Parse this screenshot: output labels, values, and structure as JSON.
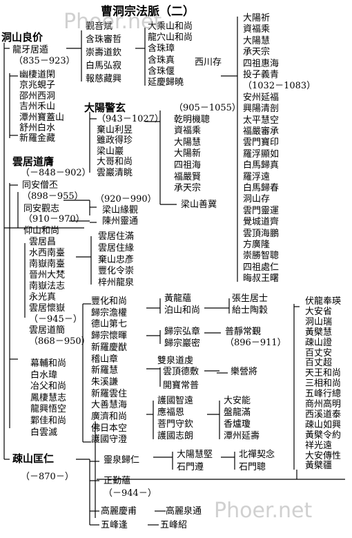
{
  "title": "曹洞宗法脈（二）",
  "watermarks": [
    "Phoer.net",
    "Phoer.net"
  ],
  "root": {
    "name": "洞山良价",
    "disciple": "龍牙居遁",
    "dates": "（835－923）"
  },
  "dongshan_heirs": [
    "幽棲道閑",
    "京兆蜆子",
    "邵州西洞",
    "吉州禾山",
    "潭州寶蓋山",
    "舒州白水",
    "新羅金藏"
  ],
  "longya_line": {
    "level1": [
      "觀音斌",
      "含珠審哲",
      "崇壽道欽",
      "白馬弘寂",
      "報慈藏興"
    ],
    "level2": [
      "大乘山和尚",
      "龍穴山和尚",
      "含珠璋",
      "含珠真",
      "含珠偃",
      "延慶歸曉"
    ],
    "xichuancun": "西川存"
  },
  "dayang": {
    "name": "大陽警玄",
    "heirs": [
      "（943－1027）",
      "棄山利昱",
      "雖政得珍",
      "梁山巖",
      "大哥和尚",
      "雲巖清眺"
    ],
    "lingnan": "梁山善冀",
    "sub": [
      "（905－1055）",
      "乾明機聰",
      "資福乘",
      "大陽慧",
      "大陽新",
      "四祖海",
      "福嚴賢",
      "承天宗"
    ]
  },
  "right_column": [
    "大陽祈",
    "資福乘",
    "大陽慧",
    "承天宗",
    "四祖惠海",
    "投子義青",
    "（1032－1083）",
    "安州延福",
    "興陽清剖",
    "太平慧空",
    "福嚴審承",
    "雲門寶印",
    "羅浮顯如",
    "白馬歸真",
    "羅浮遠",
    "白馬歸春",
    "洞山存",
    "雲門靈運",
    "覺城道齊",
    "雲頂海鵬",
    "方廣隆",
    "崇勝智聰",
    "四祖處仁",
    "晦叔王曙"
  ],
  "yunju": {
    "name": "雲居道膺",
    "dates": "（－848－902）",
    "tongan": {
      "name": "同安僧丕",
      "dates": "（898－955）"
    },
    "tongan_guanzhi": {
      "name": "同安觀志",
      "dates": "（910－970）"
    },
    "yangshan": "仰山和尚",
    "heirs": [
      "雲居昌",
      "水西南臺",
      "南嶽南臺",
      "晉州大梵",
      "南嶽法志",
      "永光真",
      "雲居懷嶽",
      "（－945－）",
      "雲居道簡",
      "（868－950）"
    ],
    "others": [
      "幕輔和尚",
      "白水瑋",
      "冶父和尚",
      "鳳棲慧志",
      "龍興悟空",
      "鄴佳和尚",
      "白雲滅"
    ]
  },
  "liangshan": {
    "dates": "（920－990）",
    "heirs": [
      "梁山緣觀",
      "陳州靈通"
    ]
  },
  "yunju_heirs2": [
    "雲居住滿",
    "雲居住緣",
    "棄山忠彥",
    "豐化令崇",
    "梓州龍泉"
  ],
  "fengge": {
    "col1": [
      "豐化和尚",
      "歸宗澹權",
      "德山第七",
      "歸宗懷暉",
      "新羅慶猷",
      "稽山章",
      "新羅慧",
      "朱溪謙",
      "新羅雲住",
      "大善慧海",
      "廣濟和尚",
      "佛日本空",
      "護國守澄"
    ],
    "col2": [
      "黃龍蘊",
      "泊山和尚"
    ],
    "col3": [
      "張生居士",
      "紿士陶穀"
    ],
    "guizong": [
      "歸宗弘章",
      "歸宗巖密"
    ],
    "puqing": {
      "name": "普靜常覲",
      "dates": "（896－911）"
    },
    "shuangquan": "雙泉道虔",
    "yunding": "雲頂德敷",
    "leying": "樂營將",
    "kaixian": "開寶常普",
    "huguo": [
      "護國智遠",
      "應福恩",
      "菩門守欽",
      "護國志朗"
    ],
    "daan": [
      "大安能",
      "盤龍滿",
      "香爐瓊",
      "潭州延壽"
    ]
  },
  "far_right": [
    "伏龍奉瑛",
    "大安省",
    "洞山瑞",
    "黃檗慧",
    "疎山證",
    "百丈安",
    "百丈超",
    "天王和尚",
    "三相和尚",
    "五峰行總",
    "商州高明",
    "西溪道泰",
    "疎山如興",
    "黃檗令約",
    "祥光遠",
    "大安傳性",
    "黃檗疆"
  ],
  "shushan": {
    "name": "疎山匡仁",
    "dates": "（－870－）",
    "lingquan": "靈泉歸仁",
    "dayang_jian": "大陽慧堅",
    "shimen_zun": "石門遵",
    "beichan": "北禪契念",
    "shimen_cong": "石門聰",
    "zhengqin": {
      "name": "正勤蘊",
      "dates": "（－944－）"
    },
    "korea": [
      "高麗慶甫",
      "高麗泉通"
    ],
    "wufeng": [
      "五峰逢",
      "五峰紹"
    ]
  }
}
